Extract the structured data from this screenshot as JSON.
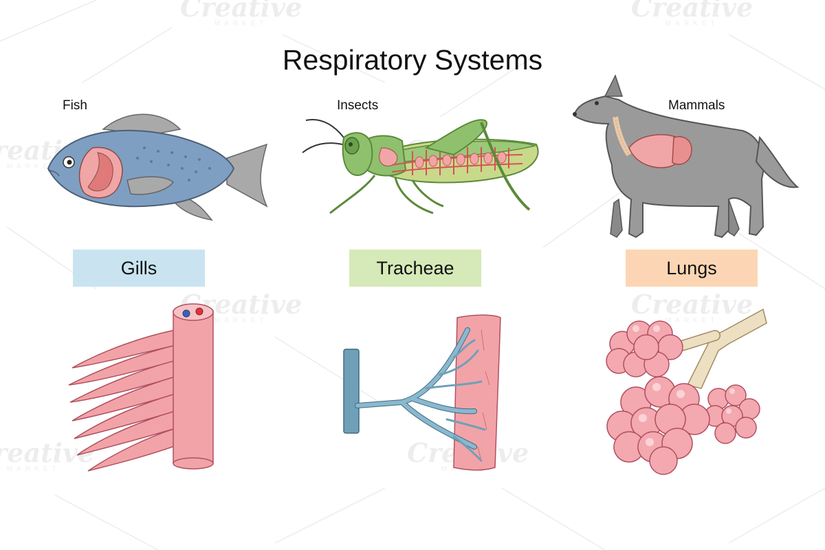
{
  "title": "Respiratory Systems",
  "animals": [
    {
      "label": "Fish"
    },
    {
      "label": "Insects"
    },
    {
      "label": "Mammals"
    }
  ],
  "systems": [
    {
      "label": "Gills",
      "color": "#c9e4f0"
    },
    {
      "label": "Tracheae",
      "color": "#d6e9b8"
    },
    {
      "label": "Lungs",
      "color": "#fcd6b4"
    }
  ],
  "watermark": {
    "word": "Creative",
    "sub": "MARKET"
  }
}
